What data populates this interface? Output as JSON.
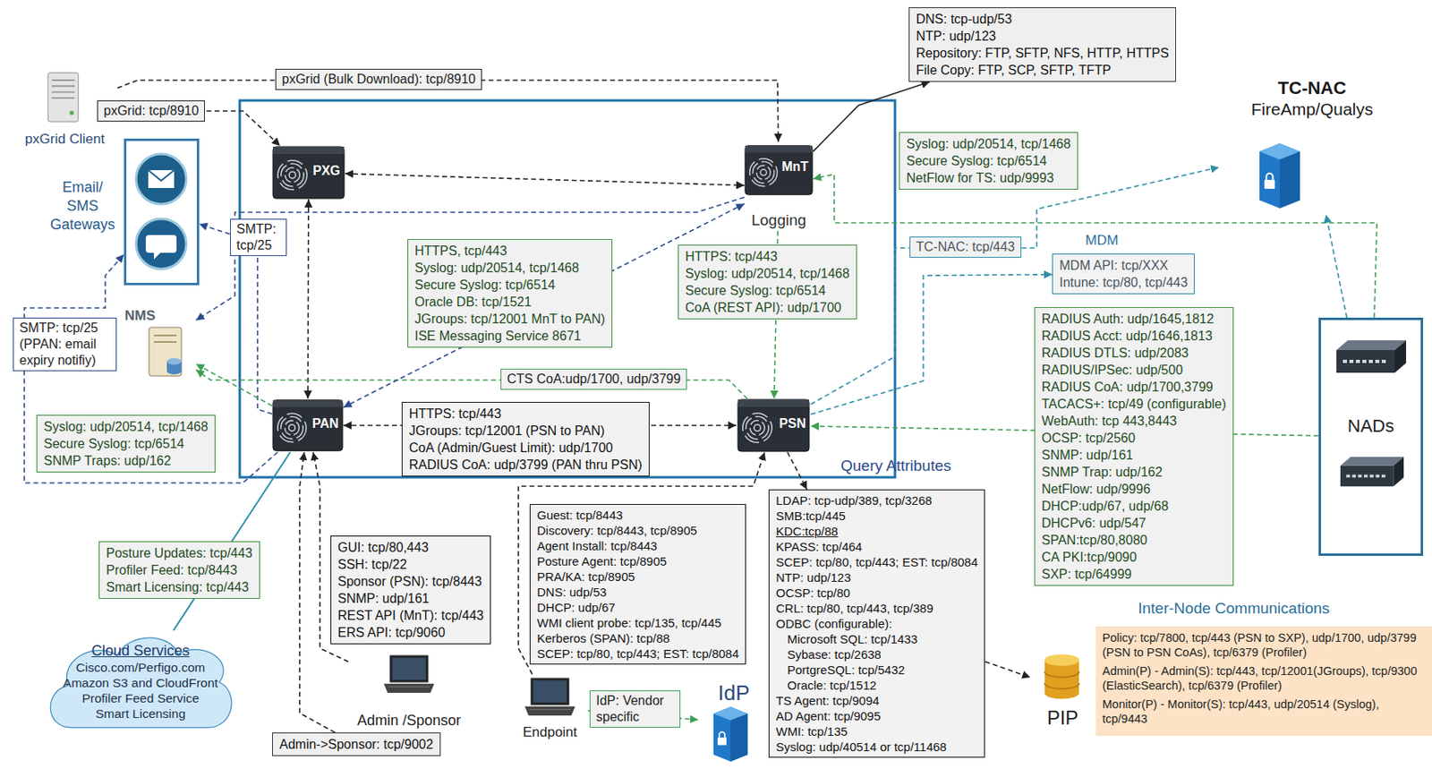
{
  "diagram": {
    "nodes": [
      {
        "text": [
          "pxGrid Client"
        ]
      },
      {
        "text": [
          "DNS: tcp-udp/53",
          "NTP: udp/123",
          "Repository: FTP, SFTP, NFS, HTTP, HTTPS",
          "File Copy: FTP, SCP, SFTP, TFTP"
        ]
      },
      {
        "text": [
          "TC-NAC",
          "FireAmp/Qualys"
        ]
      },
      {
        "text": [
          "Email/ SMS Gateways"
        ]
      },
      {
        "text": [
          "PXG"
        ]
      },
      {
        "text": [
          "MnT",
          "Logging"
        ]
      },
      {
        "text": [
          "Syslog: udp/20514, tcp/1468",
          "Secure Syslog: tcp/6514",
          "NetFlow for TS: udp/9993"
        ]
      },
      {
        "text": [
          "HTTPS, tcp/443",
          "Syslog: udp/20514, tcp/1468",
          "Secure Syslog: tcp/6514",
          "Oracle DB: tcp/1521",
          "JGroups: tcp/12001 MnT to PAN)",
          "ISE Messaging Service 8671"
        ]
      },
      {
        "text": [
          "HTTPS: tcp/443",
          "Syslog: udp/20514, tcp/1468",
          "Secure Syslog: tcp/6514",
          "CoA (REST API): udp/1700"
        ]
      },
      {
        "text": [
          "NMS"
        ]
      },
      {
        "text": [
          "MDM",
          "MDM API: tcp/XXX",
          "Intune: tcp/80, tcp/443"
        ]
      },
      {
        "text": [
          "RADIUS Auth: udp/1645,1812",
          "RADIUS Acct: udp/1646,1813",
          "RADIUS DTLS: udp/2083",
          "RADIUS/IPSec: udp/500",
          "RADIUS CoA: udp/1700,3799",
          "TACACS+: tcp/49 (configurable)",
          "WebAuth: tcp 443,8443",
          "OCSP: tcp/2560",
          "SNMP: udp/161",
          "SNMP Trap: udp/162",
          "NetFlow: udp/9996",
          "DHCP:udp/67, udp/68",
          "DHCPv6: udp/547",
          "SPAN:tcp/80,8080",
          "CA PKI:tcp/9090",
          "SXP: tcp/64999"
        ]
      },
      {
        "text": [
          "NADs"
        ]
      },
      {
        "text": [
          "PAN"
        ]
      },
      {
        "text": [
          "PSN"
        ]
      },
      {
        "text": [
          "HTTPS: tcp/443",
          "JGroups: tcp/12001 (PSN to PAN)",
          "CoA (Admin/Guest Limit): udp/1700",
          "RADIUS CoA: udp/3799 (PAN thru PSN)"
        ]
      },
      {
        "text": [
          "Syslog: udp/20514, tcp/1468",
          "Secure Syslog: tcp/6514",
          "SNMP Traps: udp/162"
        ]
      },
      {
        "text": [
          "Query Attributes",
          "LDAP: tcp-udp/389, tcp/3268",
          "SMB:tcp/445",
          "KDC:tcp/88",
          "KPASS: tcp/464",
          "SCEP: tcp/80, tcp/443; EST: tcp/8084",
          "NTP: udp/123",
          "OCSP: tcp/80",
          "CRL: tcp/80, tcp/443, tcp/389",
          "ODBC (configurable):",
          "Microsoft SQL: tcp/1433",
          "Sybase: tcp/2638",
          "PortgreSQL: tcp/5432",
          "Oracle: tcp/1512",
          "TS Agent: tcp/9094",
          "AD Agent: tcp/9095",
          "WMI: tcp/135",
          "Syslog: udp/40514 or tcp/11468"
        ]
      },
      {
        "text": [
          "Posture Updates: tcp/443",
          "Profiler Feed: tcp/8443",
          "Smart Licensing: tcp/443"
        ]
      },
      {
        "text": [
          "GUI: tcp/80,443",
          "SSH: tcp/22",
          "Sponsor (PSN): tcp/8443",
          "SNMP: udp/161",
          "REST API (MnT): tcp/443",
          "ERS API: tcp/9060"
        ]
      },
      {
        "text": [
          "Guest: tcp/8443",
          "Discovery: tcp/8443, tcp/8905",
          "Agent Install: tcp/8443",
          "Posture Agent: tcp/8905",
          "PRA/KA: tcp/8905",
          "DNS: udp/53",
          "DHCP: udp/67",
          "WMI client probe: tcp/135, tcp/445",
          "Kerberos (SPAN): tcp/88",
          "SCEP: tcp/80, tcp/443; EST: tcp/8084"
        ]
      },
      {
        "text": [
          "Admin /Sponsor"
        ]
      },
      {
        "text": [
          "Cloud Services",
          "Cisco.com/Perfigo.com",
          "Amazon S3 and CloudFront",
          "Profiler Feed Service",
          "Smart Licensing"
        ]
      },
      {
        "text": [
          "Endpoint"
        ]
      },
      {
        "text": [
          "IdP"
        ]
      },
      {
        "text": [
          "PIP"
        ]
      },
      {
        "text": [
          "Admin->Sponsor: tcp/9002"
        ]
      },
      {
        "text": [
          "Inter-Node Communications",
          "Policy: tcp/7800, tcp/443 (PSN to SXP), udp/1700, udp/3799 (PSN to PSN CoAs), tcp/6379 (Profiler)",
          "Admin(P) - Admin(S): tcp/443, tcp/12001(JGroups), tcp/9300 (ElasticSearch), tcp/6379 (Profiler)",
          "Monitor(P) - Monitor(S): tcp/443, udp/20514 (Syslog), tcp/9443"
        ]
      }
    ],
    "edges": [
      {
        "from": 0,
        "to": 5,
        "arrow": "to",
        "label": "pxGrid (Bulk Download): tcp/8910"
      },
      {
        "from": 0,
        "to": 4,
        "arrow": "to",
        "label": "pxGrid: tcp/8910"
      },
      {
        "from": 4,
        "to": 5,
        "arrow": "both"
      },
      {
        "from": 4,
        "to": 13,
        "arrow": "both"
      },
      {
        "from": 13,
        "to": 3,
        "arrow": "to",
        "label": "SMTP: tcp/25"
      },
      {
        "from": 13,
        "to": 3,
        "arrow": "to",
        "label": "SMTP: tcp/25 (PPAN: email expiry notifiy)"
      },
      {
        "from": 5,
        "to": 14,
        "arrow": "to"
      },
      {
        "from": 14,
        "to": 9,
        "arrow": "to",
        "label": "CTS CoA:udp/1700, udp/3799"
      },
      {
        "from": 5,
        "to": 1,
        "arrow": "to"
      },
      {
        "from": 12,
        "to": 5,
        "arrow": "to"
      },
      {
        "from": 12,
        "to": 2,
        "arrow": "to"
      },
      {
        "from": 12,
        "to": 14,
        "arrow": "to"
      },
      {
        "from": 14,
        "to": 2,
        "arrow": "to",
        "label": "TC-NAC: tcp/443"
      },
      {
        "from": 14,
        "to": 10,
        "arrow": "to"
      },
      {
        "from": 13,
        "to": 9,
        "arrow": "to"
      },
      {
        "from": 5,
        "to": 9,
        "arrow": "to"
      },
      {
        "from": 21,
        "to": 13,
        "arrow": "to"
      },
      {
        "from": 26,
        "to": 13,
        "arrow": "to"
      },
      {
        "from": 23,
        "to": 14,
        "arrow": "to"
      },
      {
        "from": 23,
        "to": 24,
        "arrow": "to",
        "label": "IdP: Vendor specific"
      },
      {
        "from": 14,
        "to": 17,
        "arrow": "to"
      },
      {
        "from": 17,
        "to": 25,
        "arrow": "to"
      },
      {
        "from": 13,
        "to": 22,
        "arrow": "none"
      },
      {
        "from": 13,
        "to": 14,
        "arrow": "both"
      },
      {
        "from": 5,
        "to": 13,
        "arrow": "both"
      }
    ]
  }
}
